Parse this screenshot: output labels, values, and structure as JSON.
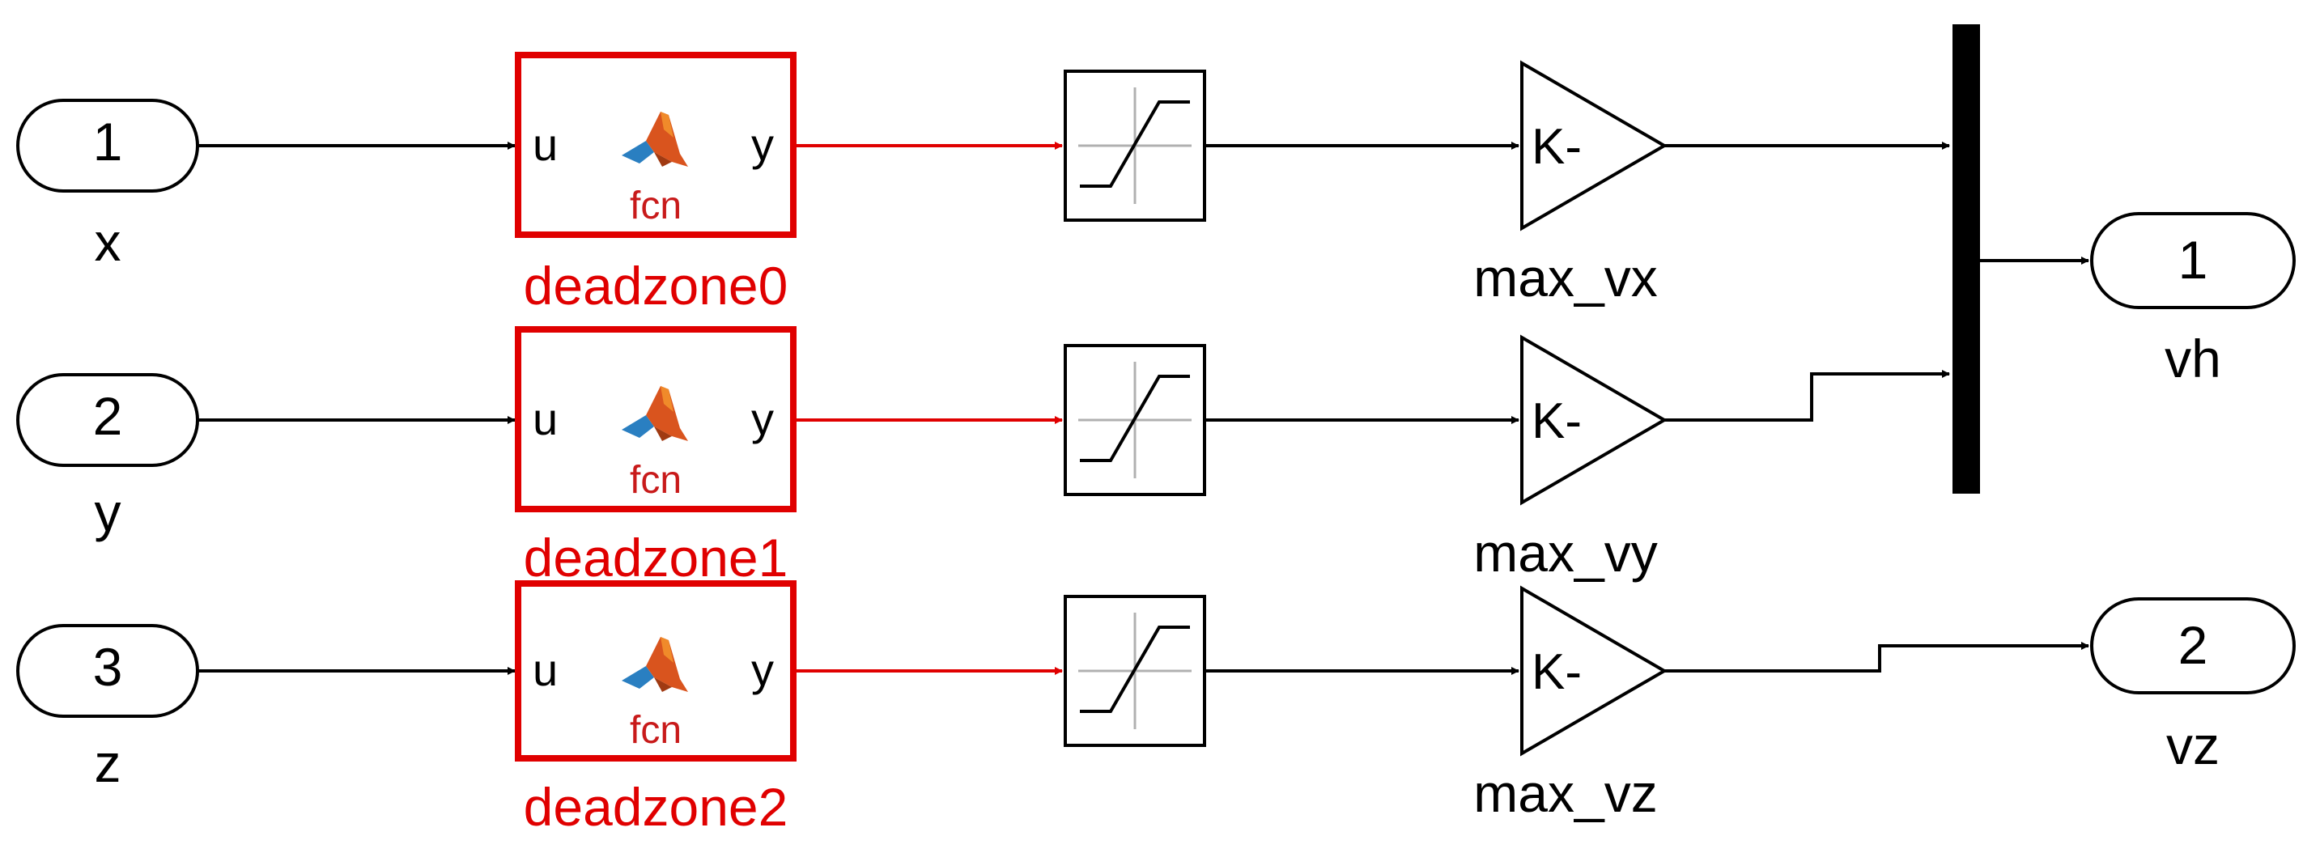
{
  "colors": {
    "line": "#000000",
    "highlight": "#e00000",
    "fcn_text": "#c81a1a",
    "icon_orange": "#d9541e",
    "icon_blue": "#2a7fc1",
    "sat_grid": "#b0b0b0"
  },
  "icons": {
    "matlab_function": "matlab-logo-icon",
    "saturation": "saturation-icon"
  },
  "inports": [
    {
      "number": "1",
      "name": "x"
    },
    {
      "number": "2",
      "name": "y"
    },
    {
      "number": "3",
      "name": "z"
    }
  ],
  "functions": [
    {
      "name": "deadzone0",
      "input": "u",
      "output": "y",
      "label": "fcn"
    },
    {
      "name": "deadzone1",
      "input": "u",
      "output": "y",
      "label": "fcn"
    },
    {
      "name": "deadzone2",
      "input": "u",
      "output": "y",
      "label": "fcn"
    }
  ],
  "gains": [
    {
      "name": "max_vx",
      "value": "K-"
    },
    {
      "name": "max_vy",
      "value": "K-"
    },
    {
      "name": "max_vz",
      "value": "K-"
    }
  ],
  "outports": [
    {
      "number": "1",
      "name": "vh"
    },
    {
      "number": "2",
      "name": "vz"
    }
  ]
}
